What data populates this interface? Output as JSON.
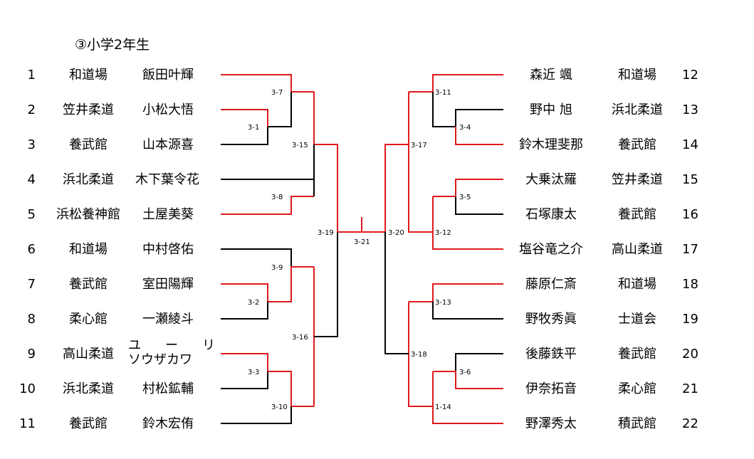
{
  "title": "③小学2年生",
  "colors": {
    "winner": "#e0191c",
    "loser": "#000000"
  },
  "left_entries": [
    {
      "num": "1",
      "club": "和道場",
      "name": "飯田叶輝"
    },
    {
      "num": "2",
      "club": "笠井柔道",
      "name": "小松大悟"
    },
    {
      "num": "3",
      "club": "養武館",
      "name": "山本源喜"
    },
    {
      "num": "4",
      "club": "浜北柔道",
      "name": "木下葉令花"
    },
    {
      "num": "5",
      "club": "浜松養神館",
      "name": "土屋美葵"
    },
    {
      "num": "6",
      "club": "和道場",
      "name": "中村啓佑"
    },
    {
      "num": "7",
      "club": "養武館",
      "name": "室田陽輝"
    },
    {
      "num": "8",
      "club": "柔心館",
      "name": "一瀬綾斗"
    },
    {
      "num": "9",
      "club": "高山柔道",
      "name_line1": "ユ　ー　リ",
      "name_line2": "ソウザカワ"
    },
    {
      "num": "10",
      "club": "浜北柔道",
      "name": "村松鉱輔"
    },
    {
      "num": "11",
      "club": "養武館",
      "name": "鈴木宏侑"
    }
  ],
  "right_entries": [
    {
      "num": "12",
      "club": "和道場",
      "name": "森近 颯"
    },
    {
      "num": "13",
      "club": "浜北柔道",
      "name": "野中 旭"
    },
    {
      "num": "14",
      "club": "養武館",
      "name": "鈴木理斐那"
    },
    {
      "num": "15",
      "club": "笠井柔道",
      "name": "大乗汰羅"
    },
    {
      "num": "16",
      "club": "養武館",
      "name": "石塚康太"
    },
    {
      "num": "17",
      "club": "高山柔道",
      "name": "塩谷竜之介"
    },
    {
      "num": "18",
      "club": "和道場",
      "name": "藤原仁斎"
    },
    {
      "num": "19",
      "club": "士道会",
      "name": "野牧秀眞"
    },
    {
      "num": "20",
      "club": "養武館",
      "name": "後藤鉄平"
    },
    {
      "num": "21",
      "club": "柔心館",
      "name": "伊奈拓音"
    },
    {
      "num": "22",
      "club": "積武館",
      "name": "野澤秀太"
    }
  ],
  "match_labels": {
    "m1": "3-1",
    "m2": "3-2",
    "m3": "3-3",
    "m4": "3-4",
    "m5": "3-5",
    "m6": "3-6",
    "m7": "3-7",
    "m8": "3-8",
    "m9": "3-9",
    "m10": "3-10",
    "m11": "3-11",
    "m12": "3-12",
    "m13": "3-13",
    "m14": "1-14",
    "m15": "3-15",
    "m16": "3-16",
    "m17": "3-17",
    "m18": "3-18",
    "m19": "3-19",
    "m20": "3-20",
    "m21": "3-21"
  }
}
